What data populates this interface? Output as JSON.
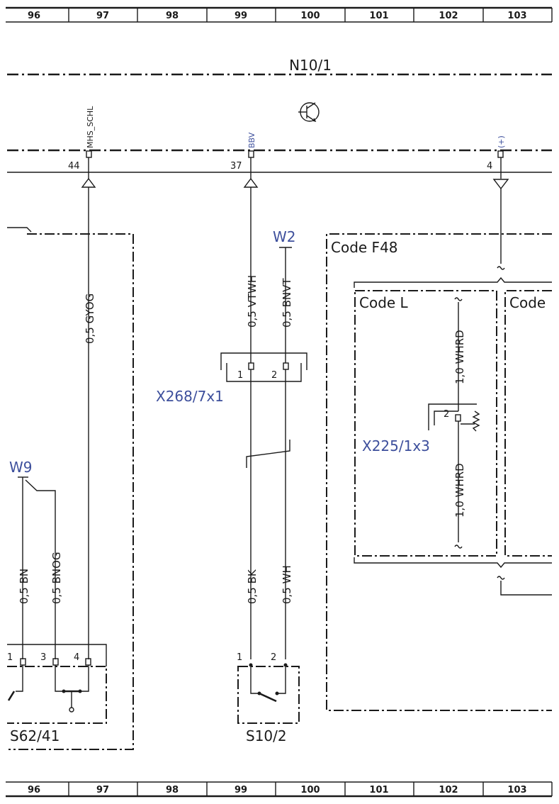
{
  "grid": {
    "columns": [
      "96",
      "97",
      "98",
      "99",
      "100",
      "101",
      "102",
      "103"
    ]
  },
  "module": {
    "title": "N10/1",
    "pins": [
      {
        "signal": "MHS_SCHL",
        "number": "44"
      },
      {
        "signal": "BBV",
        "number": "37"
      },
      {
        "signal": "(+)",
        "number": "4"
      }
    ]
  },
  "wires": {
    "gyog": "0,5 GYOG",
    "vtwh": "0,5 VTWH",
    "bnvt": "0,5 BNVT",
    "bn": "0,5 BN",
    "bnog": "0,5 BNOG",
    "bk": "0,5 BK",
    "wh": "0,5 WH",
    "whrd_top": "1,0 WHRD",
    "whrd_bottom": "1,0 WHRD"
  },
  "ground_refs": {
    "w2": "W2",
    "w9": "W9"
  },
  "connectors": {
    "x268": {
      "label": "X268/7x1",
      "pin1": "1",
      "pin2": "2"
    },
    "x225": {
      "label": "X225/1x3",
      "pin": "2"
    }
  },
  "options": {
    "code_f48": "Code F48",
    "code_l": "Code L",
    "code_right": "Code"
  },
  "switches": {
    "s62": {
      "label": "S62/41",
      "pin1": "1",
      "pin3": "3",
      "pin4": "4"
    },
    "s10": {
      "label": "S10/2",
      "pin1": "1",
      "pin2": "2"
    }
  },
  "colors": {
    "line": "#1a1a1a",
    "reference_blue": "#3d4f9c"
  }
}
